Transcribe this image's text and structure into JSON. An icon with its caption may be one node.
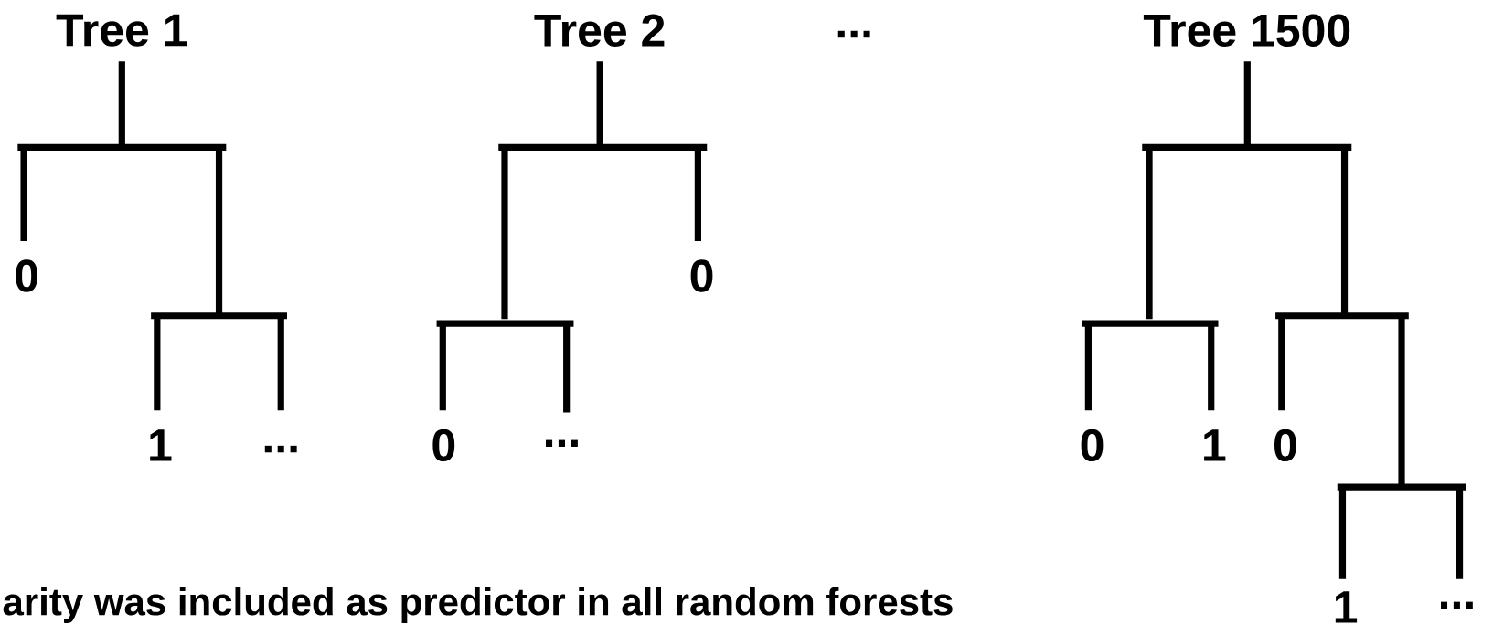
{
  "diagram": {
    "labels": [
      "Tree 1",
      "Tree 2",
      "...",
      "Tree 1500",
      "0",
      "0",
      "1",
      "...",
      "0",
      "...",
      "0",
      "1",
      "0",
      "arity was included as predictor in all random forests",
      "1",
      "..."
    ]
  }
}
